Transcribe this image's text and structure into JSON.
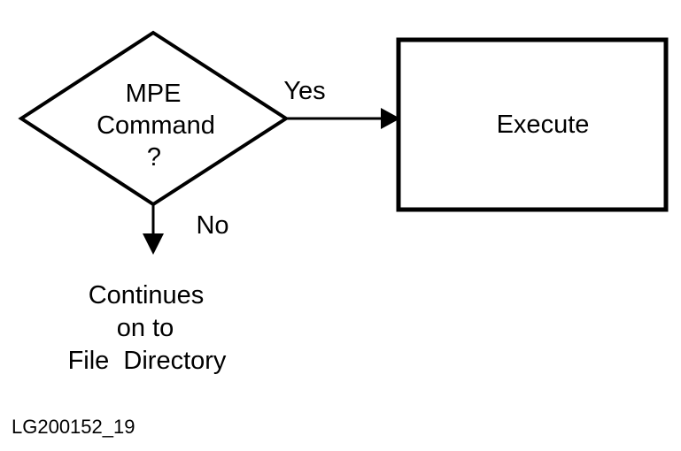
{
  "decision": {
    "lines": [
      "MPE",
      "Command",
      "?"
    ]
  },
  "branches": {
    "yes_label": "Yes",
    "no_label": "No"
  },
  "process": {
    "label": "Execute"
  },
  "outcome": {
    "lines": [
      "Continues",
      "on to",
      "File  Directory"
    ]
  },
  "figure_id": "LG200152_19",
  "colors": {
    "stroke": "#000000",
    "background": "#ffffff"
  }
}
